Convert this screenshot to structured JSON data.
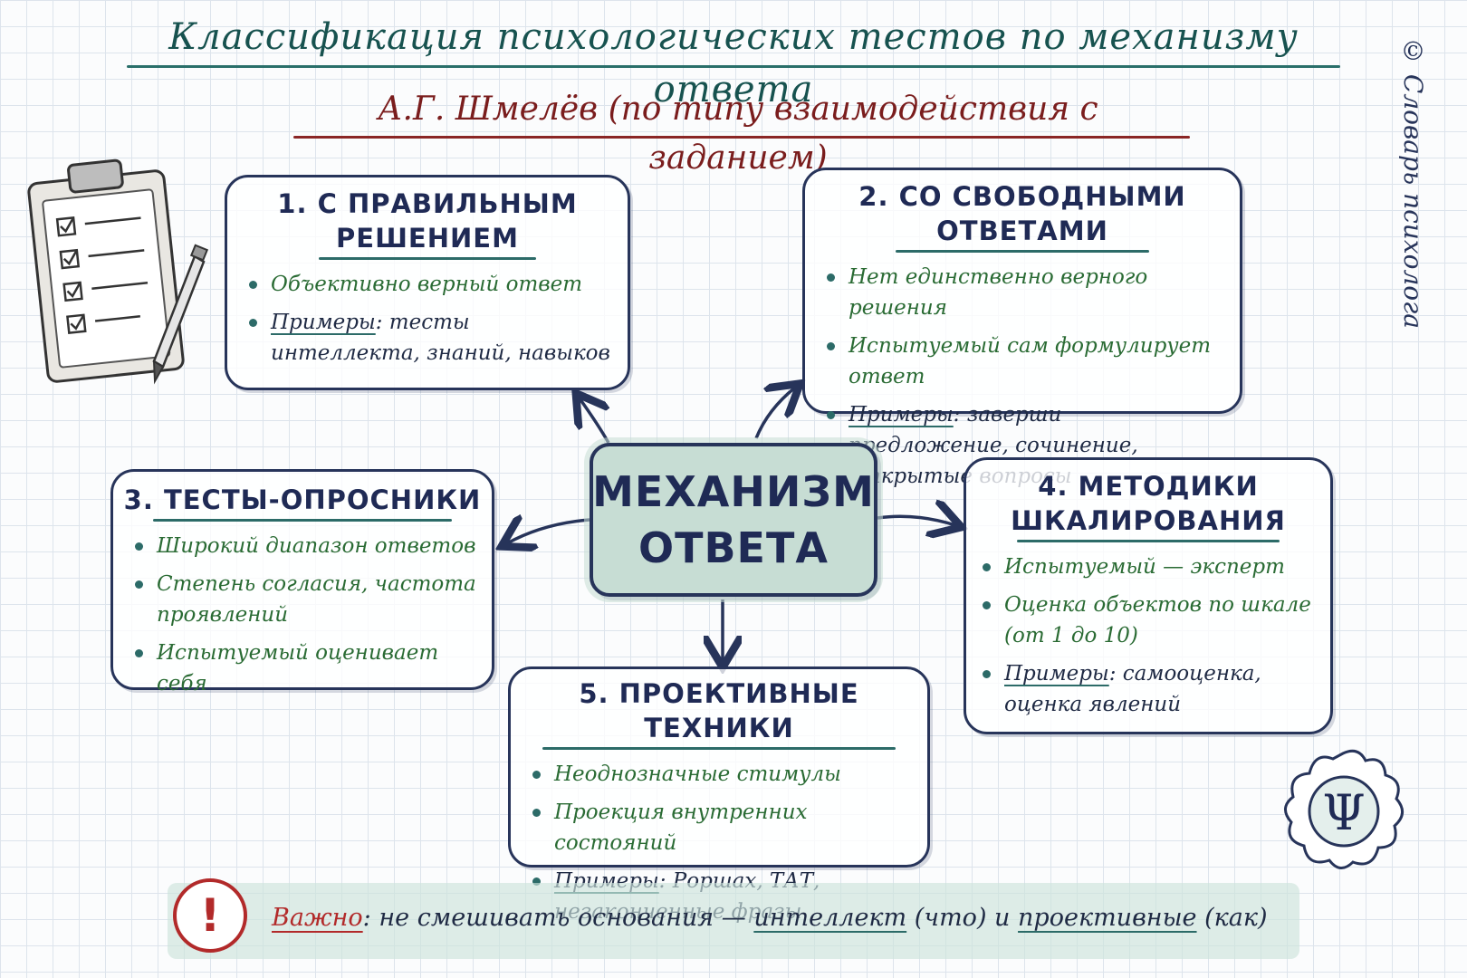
{
  "title": "Классификация психологических тестов по механизму ответа",
  "subtitle": "А.Г. Шмелёв (по типу взаимодействия с заданием)",
  "copyright": "© Словарь психолога",
  "center": {
    "line1": "МЕХАНИЗМ",
    "line2": "ОТВЕТА"
  },
  "boxes": [
    {
      "title_line1": "1. С ПРАВИЛЬНЫМ",
      "title_line2": "РЕШЕНИЕМ",
      "items": [
        "Объективно верный ответ"
      ],
      "examples_label": "Примеры",
      "examples_text": "тесты интеллекта, знаний, навыков"
    },
    {
      "title_line1": "2. СО СВОБОДНЫМИ",
      "title_line2": "ОТВЕТАМИ",
      "items": [
        "Нет единственно верного решения",
        "Испытуемый сам формулирует ответ"
      ],
      "examples_label": "Примеры",
      "examples_text": "заверши предложение, сочинение, открытые вопросы"
    },
    {
      "title_line1": "3. ТЕСТЫ-ОПРОСНИКИ",
      "items": [
        "Широкий диапазон ответов",
        "Степень согласия, частота проявлений",
        "Испытуемый оценивает себя"
      ]
    },
    {
      "title_line1": "4. МЕТОДИКИ",
      "title_line2": "ШКАЛИРОВАНИЯ",
      "items": [
        "Испытуемый — эксперт",
        "Оценка объектов по шкале (от 1 до 10)"
      ],
      "examples_label": "Примеры",
      "examples_text": "самооценка, оценка явлений"
    },
    {
      "title_line1": "5. ПРОЕКТИВНЫЕ ТЕХНИКИ",
      "items": [
        "Неоднозначные стимулы",
        "Проекция внутренних состояний"
      ],
      "examples_label": "Примеры",
      "examples_text": "Роршах, ТАТ, незаконченные фразы"
    }
  ],
  "note": {
    "label": "Важно",
    "text1": "не смешивать основания —",
    "term1": "интеллект",
    "paren1": "(что) и",
    "term2": "проективные",
    "paren2": "(как)"
  },
  "icons": [
    "clipboard-icon",
    "pencil-icon",
    "psi-icon",
    "exclamation-icon"
  ],
  "colors": {
    "title": "#17524f",
    "subtitle": "#7a1d1d",
    "ink": "#1f2a55",
    "accent": "#2c6b68",
    "bullet_text": "#2a6b34",
    "warning": "#b22a2a",
    "center_fill": "#c7ddd4"
  }
}
